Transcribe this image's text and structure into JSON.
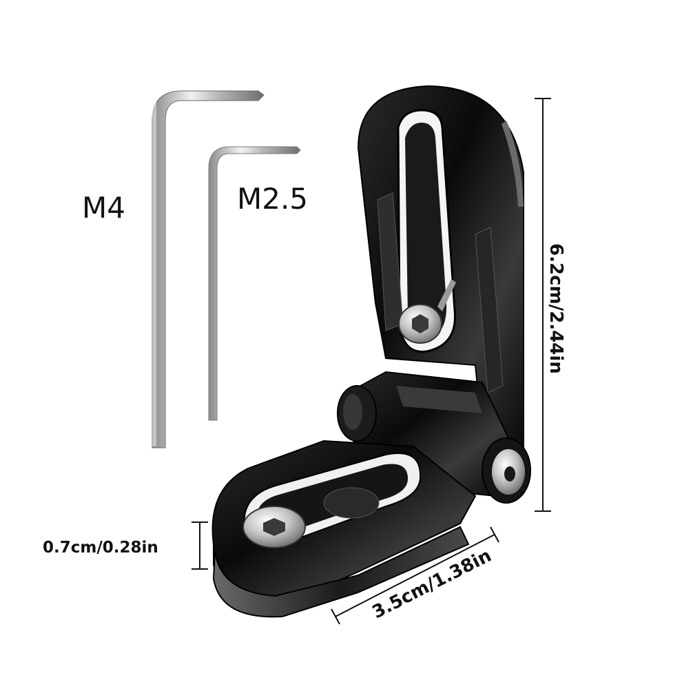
{
  "labels": {
    "hex_key_large": "M4",
    "hex_key_small": "M2.5",
    "height": "6.2cm/2.44in",
    "thickness": "0.7cm/0.28in",
    "width": "3.5cm/1.38in"
  },
  "colors": {
    "background": "#ffffff",
    "bracket": "#0d0d0d",
    "metal": "#b8b8b8",
    "dimension_line": "#111111"
  }
}
